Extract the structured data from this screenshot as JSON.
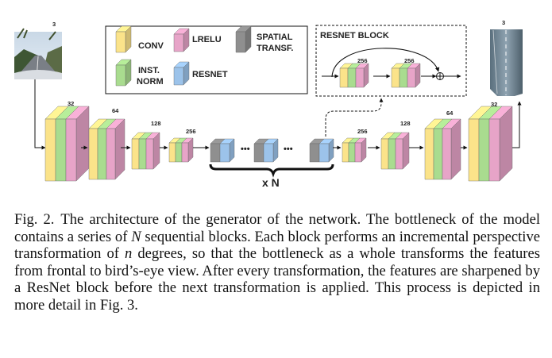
{
  "legend": {
    "conv": "CONV",
    "lrelu": "LRELU",
    "spatial_line1": "SPATIAL",
    "spatial_line2": "TRANSF.",
    "inst_line1": "INST.",
    "inst_line2": "NORM",
    "resnet": "RESNET"
  },
  "colors": {
    "conv": "#fbe38a",
    "inst_norm": "#a9dc8f",
    "lrelu": "#e7a4c8",
    "resnet": "#9cc3ea",
    "spatial": "#8f8f8f"
  },
  "resnet_block": {
    "title": "RESNET BLOCK",
    "channels": [
      "256",
      "256"
    ],
    "sum_symbol": "⊕"
  },
  "encoder_channels": [
    "3",
    "32",
    "64",
    "128",
    "256"
  ],
  "decoder_channels": [
    "256",
    "128",
    "64",
    "32",
    "3"
  ],
  "repeat_label": "x N",
  "ellipsis": "•••",
  "caption": {
    "label": "Fig. 2.",
    "text_part1": "The architecture of the generator of the network. The bottleneck of the model contains a series of ",
    "var_N": "N",
    "text_part2": " sequential blocks. Each block performs an incremental perspective transformation of ",
    "var_n": "n",
    "text_part3": " degrees, so that the bottleneck as a whole transforms the features from frontal to bird’s-eye view. After every transformation, the features are sharpened by a ResNet block before the next transformation is applied. This process is depicted in more detail in Fig. 3."
  }
}
